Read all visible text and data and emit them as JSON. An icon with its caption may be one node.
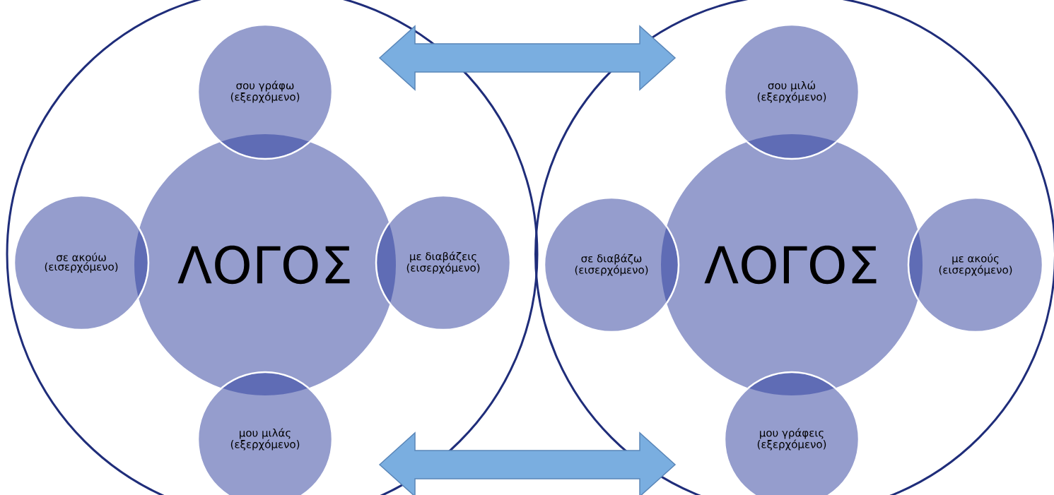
{
  "diagram": {
    "nodes": [
      {
        "text": [],
        "shape": "circle"
      },
      {
        "text": [
          "ΛΟΓΟΣ"
        ],
        "in": 0
      },
      {
        "text": [
          "σου γράφω",
          "(εξερχόμενο)"
        ],
        "in": 0
      },
      {
        "text": [
          "σε ακούω",
          "(εισερχόμενο)"
        ],
        "in": 0
      },
      {
        "text": [
          "με διαβάζεις",
          "(εισερχόμενο)"
        ],
        "in": 0
      },
      {
        "text": [
          "μου μιλάς",
          "(εξερχόμενο)"
        ],
        "in": 0
      },
      {
        "text": [],
        "shape": "circle"
      },
      {
        "text": [
          "ΛΟΓΟΣ"
        ],
        "in": 6
      },
      {
        "text": [
          "σου μιλώ",
          "(εξερχόμενο)"
        ],
        "in": 6
      },
      {
        "text": [
          "σε διαβάζω",
          "(εισερχόμενο)"
        ],
        "in": 6
      },
      {
        "text": [
          "με ακούς",
          "(εισερχόμενο)"
        ],
        "in": 6
      },
      {
        "text": [
          "μου γράφεις",
          "(εξερχόμενο)"
        ],
        "in": 6
      }
    ],
    "edges": [
      {
        "from": 0,
        "to": 6,
        "arrow": "both"
      },
      {
        "from": 0,
        "to": 6,
        "arrow": "both"
      }
    ]
  }
}
